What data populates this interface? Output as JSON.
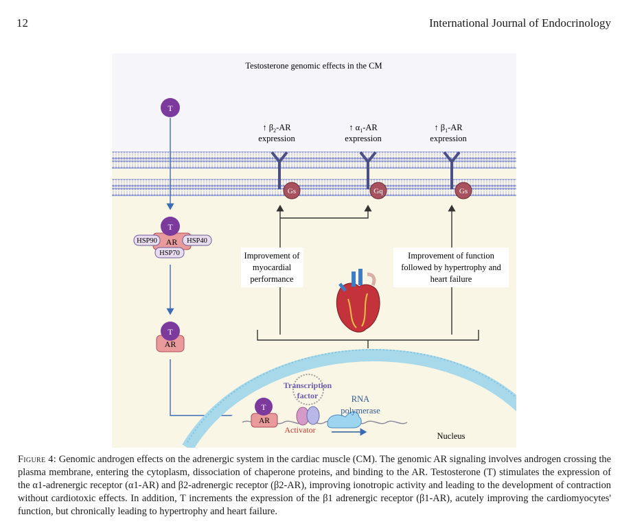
{
  "header": {
    "page_number": "12",
    "journal": "International Journal of Endocrinology"
  },
  "figure": {
    "title": "Testosterone genomic effects in the CM",
    "hormone": "T",
    "receptor": "AR",
    "chaperones": [
      "HSP90",
      "HSP40",
      "HSP70"
    ],
    "expression": [
      {
        "symbol": "↑ β",
        "sub": "2",
        "suffix": "-AR",
        "line2": "expression"
      },
      {
        "symbol": "↑ α",
        "sub": "1",
        "suffix": "-AR",
        "line2": "expression"
      },
      {
        "symbol": "↑ β",
        "sub": "1",
        "suffix": "-AR",
        "line2": "expression"
      }
    ],
    "g_proteins": [
      "Gs",
      "Gq",
      "Gs"
    ],
    "box_left": [
      "Improvement of",
      "myocardial",
      "performance"
    ],
    "box_right": [
      "Improvement of function",
      "followed by hypertrophy and",
      "heart failure"
    ],
    "transcription_factor": [
      "Transcription",
      "factor"
    ],
    "rna_polymerase": [
      "RNA",
      "polymerase"
    ],
    "activator": "Activator",
    "nucleus": "Nucleus",
    "colors": {
      "membrane": "#9ba6d8",
      "receptor": "#4a4f86",
      "g_protein": "#a8525f",
      "hormone": "#7b3a9c",
      "ar": "#e99a9a",
      "nucleus": "#7fc3dc",
      "arrow_blue": "#3a6bb5"
    }
  },
  "caption": {
    "label": "Figure 4:",
    "text": "Genomic androgen effects on the adrenergic system in the cardiac muscle (CM). The genomic AR signaling involves androgen crossing the plasma membrane, entering the cytoplasm, dissociation of chaperone proteins, and binding to the AR. Testosterone (T) stimulates the expression of the α1-adrenergic receptor (α1-AR) and β2-adrenergic receptor (β2-AR), improving ionotropic activity and leading to the development of contraction without cardiotoxic effects. In addition, T increments the expression of the β1 adrenergic receptor (β1-AR), acutely improving the cardiomyocytes' function, but chronically leading to hypertrophy and heart failure."
  }
}
